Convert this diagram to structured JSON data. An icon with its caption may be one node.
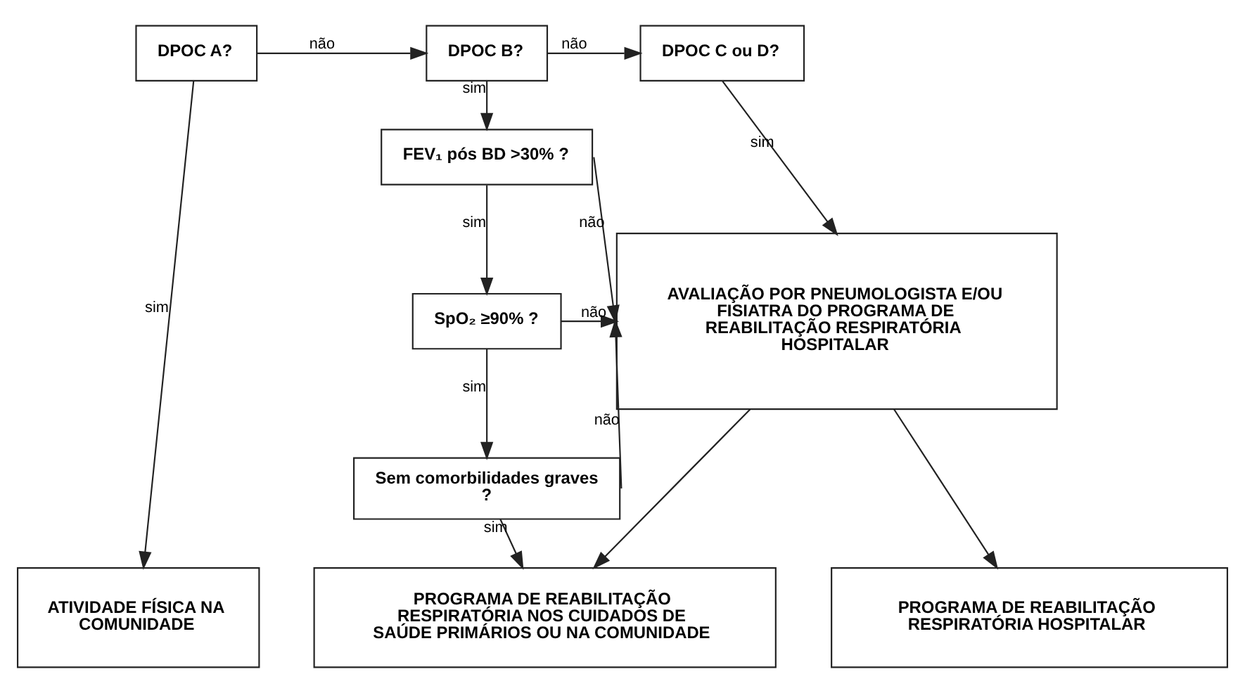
{
  "diagram": {
    "nodes": [
      {
        "text": [
          "DPOC A?"
        ]
      },
      {
        "text": [
          "DPOC B?"
        ]
      },
      {
        "text": [
          "DPOC C ou D?"
        ]
      },
      {
        "text": [
          "FEV₁ pós BD >30% ?"
        ]
      },
      {
        "text": [
          "SpO₂ ≥90% ?"
        ]
      },
      {
        "text": [
          "Sem comorbilidades graves ?"
        ]
      },
      {
        "text": [
          "AVALIAÇÃO POR PNEUMOLOGISTA E/OU FISIATRA DO PROGRAMA DE REABILITAÇÃO RESPIRATÓRIA HOSPITALAR"
        ]
      },
      {
        "text": [
          "ATIVIDADE FÍSICA NA COMUNIDADE"
        ]
      },
      {
        "text": [
          "PROGRAMA DE REABILITAÇÃO RESPIRATÓRIA NOS CUIDADOS DE SAÚDE PRIMÁRIOS OU NA COMUNIDADE"
        ]
      },
      {
        "text": [
          "PROGRAMA DE REABILITAÇÃO RESPIRATÓRIA HOSPITALAR"
        ]
      }
    ],
    "edges": [
      {
        "from": 0,
        "to": 1,
        "arrow": "to",
        "label": "não"
      },
      {
        "from": 0,
        "to": 7,
        "arrow": "to",
        "label": "sim"
      },
      {
        "from": 1,
        "to": 2,
        "arrow": "to",
        "label": "não"
      },
      {
        "from": 1,
        "to": 3,
        "arrow": "to",
        "label": "sim"
      },
      {
        "from": 2,
        "to": 6,
        "arrow": "to",
        "label": "sim"
      },
      {
        "from": 3,
        "to": 6,
        "arrow": "to",
        "label": "não"
      },
      {
        "from": 3,
        "to": 4,
        "arrow": "to",
        "label": "sim"
      },
      {
        "from": 4,
        "to": 6,
        "arrow": "to",
        "label": "não"
      },
      {
        "from": 4,
        "to": 5,
        "arrow": "to",
        "label": "sim"
      },
      {
        "from": 5,
        "to": 6,
        "arrow": "to",
        "label": "não"
      },
      {
        "from": 5,
        "to": 8,
        "arrow": "to",
        "label": "sim"
      },
      {
        "from": 6,
        "to": 8,
        "arrow": "to"
      },
      {
        "from": 6,
        "to": 9,
        "arrow": "to"
      }
    ]
  }
}
